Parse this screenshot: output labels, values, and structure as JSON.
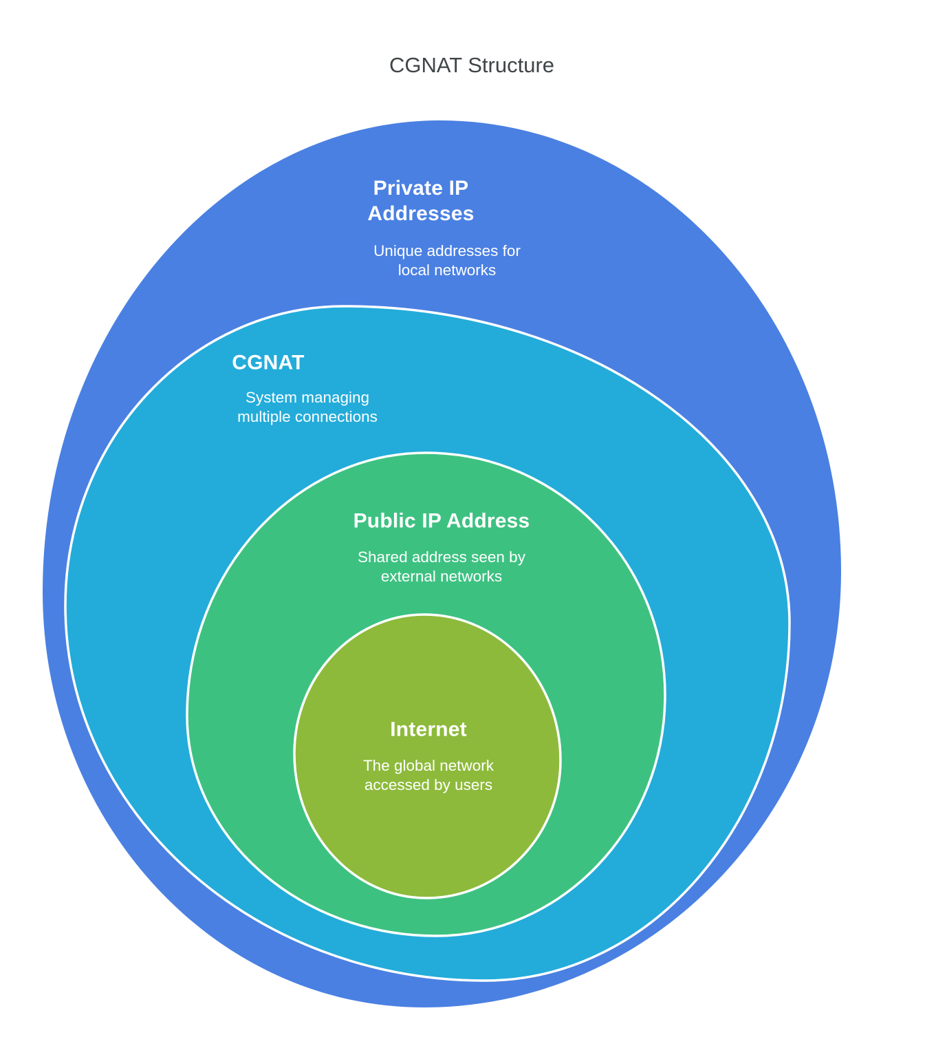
{
  "diagram": {
    "title": "CGNAT Structure",
    "type": "nested-onion",
    "rings": [
      {
        "name": "Private IP Addresses",
        "description": "Unique addresses for local networks",
        "color": "#4a80e2"
      },
      {
        "name": "CGNAT",
        "description": "System managing multiple connections",
        "color": "#23acda"
      },
      {
        "name": "Public IP Address",
        "description": "Shared address seen by external networks",
        "color": "#3dc181"
      },
      {
        "name": "Internet",
        "description": "The global network accessed by users",
        "color": "#8dba3b"
      }
    ],
    "colors": {
      "background": "#ffffff",
      "ring_outline": "#ffffff",
      "title_text": "#3f4547",
      "label_text": "#ffffff"
    }
  }
}
